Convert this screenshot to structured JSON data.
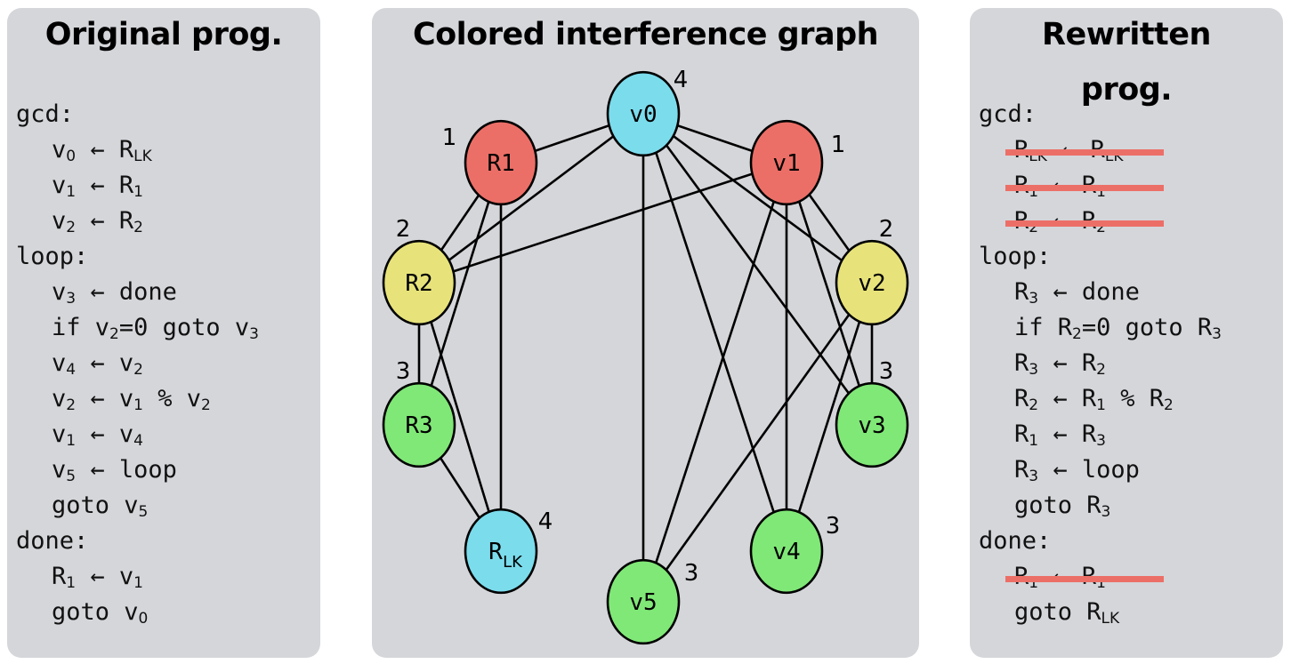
{
  "colors": {
    "panel_bg": "#d5d6da",
    "color_1": "#ec6f67",
    "color_2": "#e7e37a",
    "color_3": "#80e877",
    "color_4": "#7bdcec",
    "strike": "#ec6f67"
  },
  "left": {
    "title": "Original prog.",
    "lines": [
      {
        "indent": false,
        "parts": [
          [
            "t",
            "gcd:"
          ]
        ]
      },
      {
        "indent": true,
        "parts": [
          [
            "t",
            "v"
          ],
          [
            "s",
            "0"
          ],
          [
            "t",
            " ← R"
          ],
          [
            "s",
            "LK"
          ]
        ]
      },
      {
        "indent": true,
        "parts": [
          [
            "t",
            "v"
          ],
          [
            "s",
            "1"
          ],
          [
            "t",
            " ← R"
          ],
          [
            "s",
            "1"
          ]
        ]
      },
      {
        "indent": true,
        "parts": [
          [
            "t",
            "v"
          ],
          [
            "s",
            "2"
          ],
          [
            "t",
            " ← R"
          ],
          [
            "s",
            "2"
          ]
        ]
      },
      {
        "indent": false,
        "parts": [
          [
            "t",
            "loop:"
          ]
        ]
      },
      {
        "indent": true,
        "parts": [
          [
            "t",
            "v"
          ],
          [
            "s",
            "3"
          ],
          [
            "t",
            " ← done"
          ]
        ]
      },
      {
        "indent": true,
        "parts": [
          [
            "t",
            "if v"
          ],
          [
            "s",
            "2"
          ],
          [
            "t",
            "=0 goto v"
          ],
          [
            "s",
            "3"
          ]
        ]
      },
      {
        "indent": true,
        "parts": [
          [
            "t",
            "v"
          ],
          [
            "s",
            "4"
          ],
          [
            "t",
            " ← v"
          ],
          [
            "s",
            "2"
          ]
        ]
      },
      {
        "indent": true,
        "parts": [
          [
            "t",
            "v"
          ],
          [
            "s",
            "2"
          ],
          [
            "t",
            " ← v"
          ],
          [
            "s",
            "1"
          ],
          [
            "t",
            " % v"
          ],
          [
            "s",
            "2"
          ]
        ]
      },
      {
        "indent": true,
        "parts": [
          [
            "t",
            "v"
          ],
          [
            "s",
            "1"
          ],
          [
            "t",
            " ← v"
          ],
          [
            "s",
            "4"
          ]
        ]
      },
      {
        "indent": true,
        "parts": [
          [
            "t",
            "v"
          ],
          [
            "s",
            "5"
          ],
          [
            "t",
            " ← loop"
          ]
        ]
      },
      {
        "indent": true,
        "parts": [
          [
            "t",
            "goto v"
          ],
          [
            "s",
            "5"
          ]
        ]
      },
      {
        "indent": false,
        "parts": [
          [
            "t",
            "done:"
          ]
        ]
      },
      {
        "indent": true,
        "parts": [
          [
            "t",
            "R"
          ],
          [
            "s",
            "1"
          ],
          [
            "t",
            " ← v"
          ],
          [
            "s",
            "1"
          ]
        ]
      },
      {
        "indent": true,
        "parts": [
          [
            "t",
            "goto v"
          ],
          [
            "s",
            "0"
          ]
        ]
      }
    ]
  },
  "middle": {
    "title": "Colored interference graph",
    "nodes": [
      {
        "id": "v0",
        "label": "v0",
        "color": 4
      },
      {
        "id": "R1",
        "label": "R1",
        "color": 1
      },
      {
        "id": "v1",
        "label": "v1",
        "color": 1
      },
      {
        "id": "R2",
        "label": "R2",
        "color": 2
      },
      {
        "id": "v2",
        "label": "v2",
        "color": 2
      },
      {
        "id": "R3",
        "label": "R3",
        "color": 3
      },
      {
        "id": "v3",
        "label": "v3",
        "color": 3
      },
      {
        "id": "RLK",
        "label": "R",
        "label_sub": "LK",
        "color": 4
      },
      {
        "id": "v5",
        "label": "v5",
        "color": 3
      },
      {
        "id": "v4",
        "label": "v4",
        "color": 3
      }
    ],
    "edges": [
      [
        "v0",
        "R1"
      ],
      [
        "v0",
        "R2"
      ],
      [
        "v0",
        "v1"
      ],
      [
        "v0",
        "v5"
      ],
      [
        "v0",
        "v4"
      ],
      [
        "v0",
        "v3"
      ],
      [
        "v0",
        "v2"
      ],
      [
        "v1",
        "R2"
      ],
      [
        "v1",
        "v5"
      ],
      [
        "v1",
        "v4"
      ],
      [
        "v1",
        "v3"
      ],
      [
        "v1",
        "v2"
      ],
      [
        "R1",
        "R2"
      ],
      [
        "R1",
        "R3"
      ],
      [
        "R1",
        "RLK"
      ],
      [
        "R2",
        "R3"
      ],
      [
        "R2",
        "RLK"
      ],
      [
        "R3",
        "RLK"
      ],
      [
        "v2",
        "v5"
      ],
      [
        "v2",
        "v4"
      ],
      [
        "v2",
        "v3"
      ]
    ]
  },
  "right": {
    "title_line1": "Rewritten",
    "title_line2": "prog.",
    "lines": [
      {
        "indent": false,
        "struck": false,
        "parts": [
          [
            "t",
            "gcd:"
          ]
        ]
      },
      {
        "indent": true,
        "struck": true,
        "parts": [
          [
            "t",
            "R"
          ],
          [
            "s",
            "LK"
          ],
          [
            "t",
            " ← R"
          ],
          [
            "s",
            "LK"
          ]
        ]
      },
      {
        "indent": true,
        "struck": true,
        "parts": [
          [
            "t",
            "R"
          ],
          [
            "s",
            "1"
          ],
          [
            "t",
            " ← R"
          ],
          [
            "s",
            "1"
          ]
        ]
      },
      {
        "indent": true,
        "struck": true,
        "parts": [
          [
            "t",
            "R"
          ],
          [
            "s",
            "2"
          ],
          [
            "t",
            " ← R"
          ],
          [
            "s",
            "2"
          ]
        ]
      },
      {
        "indent": false,
        "struck": false,
        "parts": [
          [
            "t",
            "loop:"
          ]
        ]
      },
      {
        "indent": true,
        "struck": false,
        "parts": [
          [
            "t",
            "R"
          ],
          [
            "s",
            "3"
          ],
          [
            "t",
            " ← done"
          ]
        ]
      },
      {
        "indent": true,
        "struck": false,
        "parts": [
          [
            "t",
            "if R"
          ],
          [
            "s",
            "2"
          ],
          [
            "t",
            "=0 goto R"
          ],
          [
            "s",
            "3"
          ]
        ]
      },
      {
        "indent": true,
        "struck": false,
        "parts": [
          [
            "t",
            "R"
          ],
          [
            "s",
            "3"
          ],
          [
            "t",
            " ← R"
          ],
          [
            "s",
            "2"
          ]
        ]
      },
      {
        "indent": true,
        "struck": false,
        "parts": [
          [
            "t",
            "R"
          ],
          [
            "s",
            "2"
          ],
          [
            "t",
            " ← R"
          ],
          [
            "s",
            "1"
          ],
          [
            "t",
            " % R"
          ],
          [
            "s",
            "2"
          ]
        ]
      },
      {
        "indent": true,
        "struck": false,
        "parts": [
          [
            "t",
            "R"
          ],
          [
            "s",
            "1"
          ],
          [
            "t",
            " ← R"
          ],
          [
            "s",
            "3"
          ]
        ]
      },
      {
        "indent": true,
        "struck": false,
        "parts": [
          [
            "t",
            "R"
          ],
          [
            "s",
            "3"
          ],
          [
            "t",
            " ← loop"
          ]
        ]
      },
      {
        "indent": true,
        "struck": false,
        "parts": [
          [
            "t",
            "goto R"
          ],
          [
            "s",
            "3"
          ]
        ]
      },
      {
        "indent": false,
        "struck": false,
        "parts": [
          [
            "t",
            "done:"
          ]
        ]
      },
      {
        "indent": true,
        "struck": true,
        "parts": [
          [
            "t",
            "R"
          ],
          [
            "s",
            "1"
          ],
          [
            "t",
            " ← R"
          ],
          [
            "s",
            "1"
          ]
        ]
      },
      {
        "indent": true,
        "struck": false,
        "parts": [
          [
            "t",
            "goto R"
          ],
          [
            "s",
            "LK"
          ]
        ]
      }
    ]
  }
}
